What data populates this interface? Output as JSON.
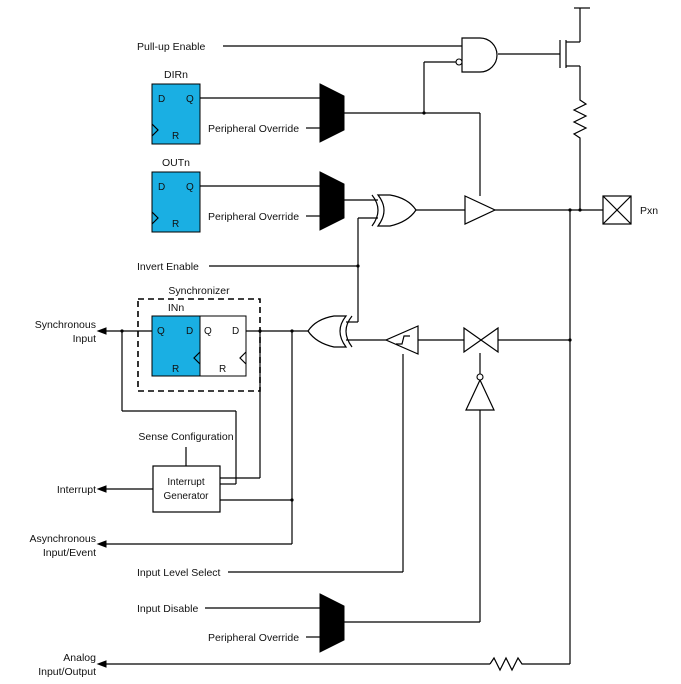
{
  "diagram": {
    "labels": {
      "pullup_enable": "Pull-up Enable",
      "dirn": "DIRn",
      "outn": "OUTn",
      "peripheral_override_1": "Peripheral Override",
      "peripheral_override_2": "Peripheral Override",
      "peripheral_override_3": "Peripheral Override",
      "invert_enable": "Invert Enable",
      "synchronizer": "Synchronizer",
      "inn": "INn",
      "synchronous_input_1": "Synchronous",
      "synchronous_input_2": "Input",
      "sense_configuration": "Sense Configuration",
      "interrupt": "Interrupt",
      "interrupt_generator_1": "Interrupt",
      "interrupt_generator_2": "Generator",
      "async_1": "Asynchronous",
      "async_2": "Input/Event",
      "input_level_select": "Input Level Select",
      "input_disable": "Input Disable",
      "analog_1": "Analog",
      "analog_2": "Input/Output",
      "pxn": "Pxn"
    },
    "ff_pins": {
      "d": "D",
      "q": "Q",
      "r": "R"
    }
  }
}
